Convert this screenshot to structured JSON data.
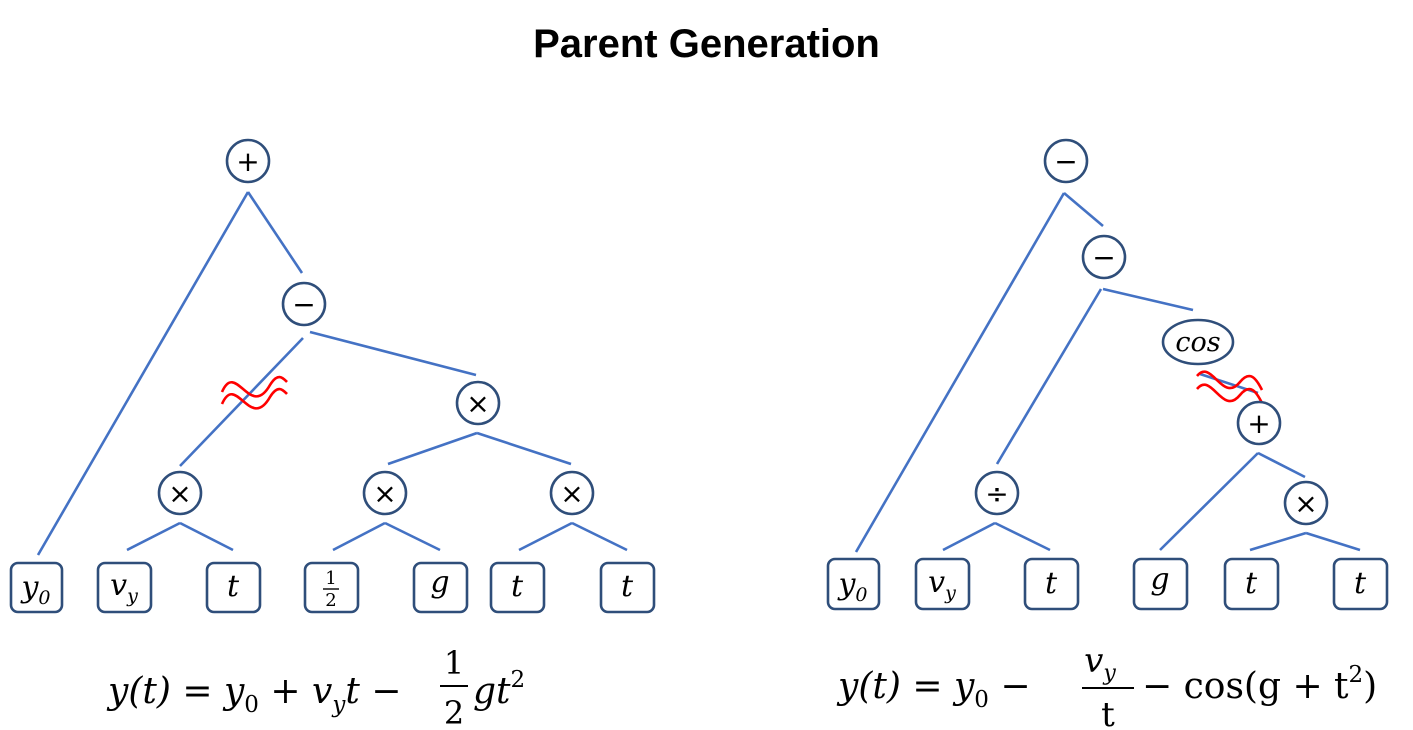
{
  "title": "Parent Generation",
  "trees": [
    {
      "id": "left",
      "nodes": {
        "root": "+",
        "minus": "−",
        "times_mid": "×",
        "times_a": "×",
        "times_b": "×",
        "times_c": "×"
      },
      "leaves": {
        "y0": {
          "base": "y",
          "sub": "0"
        },
        "vy": {
          "base": "v",
          "sub": "y"
        },
        "t1": {
          "base": "t"
        },
        "half": {
          "num": "1",
          "den": "2"
        },
        "g": {
          "base": "g"
        },
        "t2": {
          "base": "t"
        },
        "t3": {
          "base": "t"
        }
      },
      "equation": {
        "lhs": "y(t) = y",
        "lhs_sub": "0",
        "mid1": " + v",
        "mid1_sub": "y",
        "mid2": "t −",
        "frac_num": "1",
        "frac_den": "2",
        "tail": "gt",
        "tail_sup": "2"
      }
    },
    {
      "id": "right",
      "nodes": {
        "root": "−",
        "minus": "−",
        "cos": "cos",
        "div": "÷",
        "plus": "+",
        "times": "×"
      },
      "leaves": {
        "y0": {
          "base": "y",
          "sub": "0"
        },
        "vy": {
          "base": "v",
          "sub": "y"
        },
        "t1": {
          "base": "t"
        },
        "g": {
          "base": "g"
        },
        "t2": {
          "base": "t"
        },
        "t3": {
          "base": "t"
        }
      },
      "equation": {
        "lhs": "y(t) = y",
        "lhs_sub": "0",
        "minus1": " −",
        "frac_num": "v",
        "frac_num_sub": "y",
        "frac_den": "t",
        "tail": "− cos(g + t",
        "tail_sup": "2",
        "close": ")"
      }
    }
  ],
  "colors": {
    "edge": "#4472C4",
    "node_border": "#2F4E7A",
    "cut_marker": "#FF0000"
  }
}
